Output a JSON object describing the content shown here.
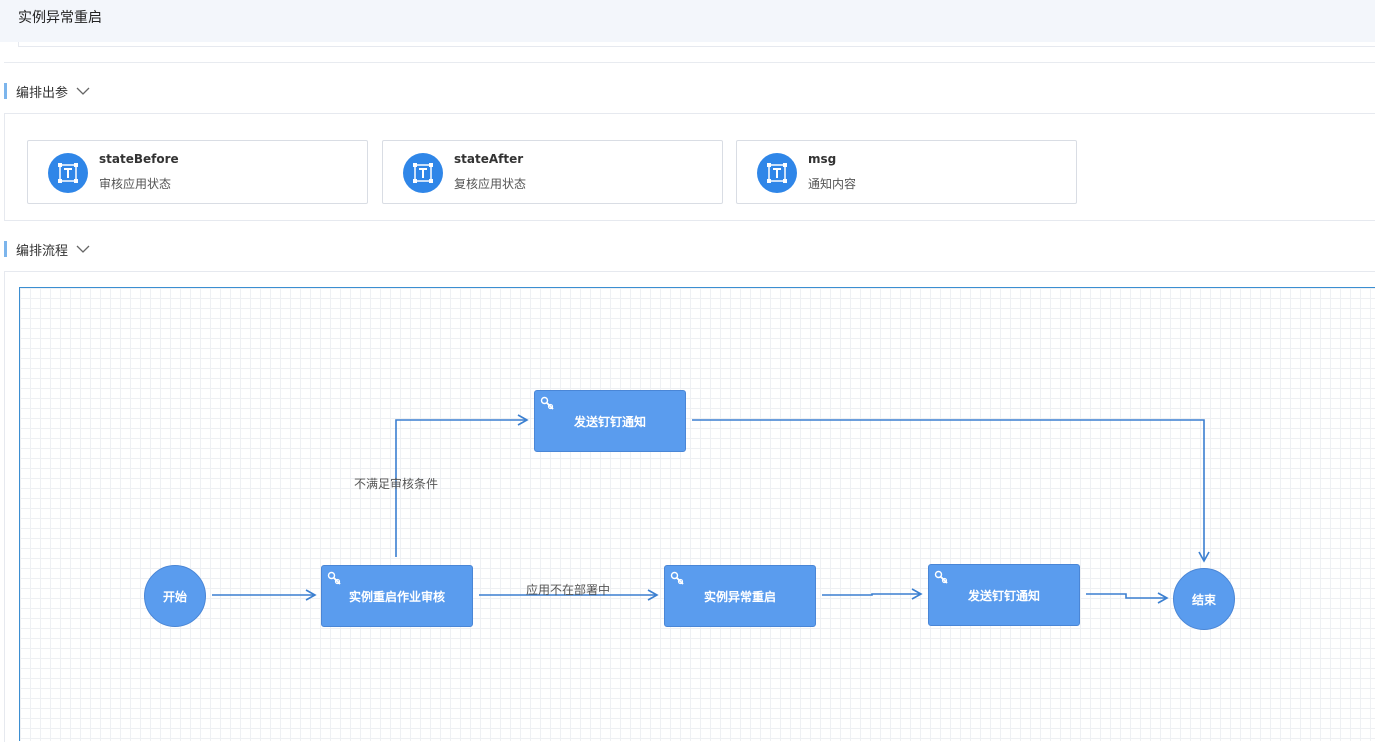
{
  "header": {
    "title": "实例异常重启"
  },
  "sections": {
    "output_params": {
      "label": "编排出参"
    },
    "flow": {
      "label": "编排流程"
    }
  },
  "params": [
    {
      "name": "stateBefore",
      "desc": "审核应用状态",
      "icon": "text-type-icon"
    },
    {
      "name": "stateAfter",
      "desc": "复核应用状态",
      "icon": "text-type-icon"
    },
    {
      "name": "msg",
      "desc": "通知内容",
      "icon": "text-type-icon"
    }
  ],
  "flow": {
    "nodes": {
      "start": "开始",
      "audit": "实例重启作业审核",
      "notify_top": "发送钉钉通知",
      "restart": "实例异常重启",
      "notify_bottom": "发送钉钉通知",
      "end": "结束"
    },
    "edge_labels": {
      "not_met": "不满足审核条件",
      "not_deploying": "应用不在部署中"
    }
  },
  "colors": {
    "node_fill": "#5a9cee",
    "edge": "#3b7fd0",
    "icon_bg": "#2f86e8",
    "section_bar": "#7cb5ec"
  }
}
